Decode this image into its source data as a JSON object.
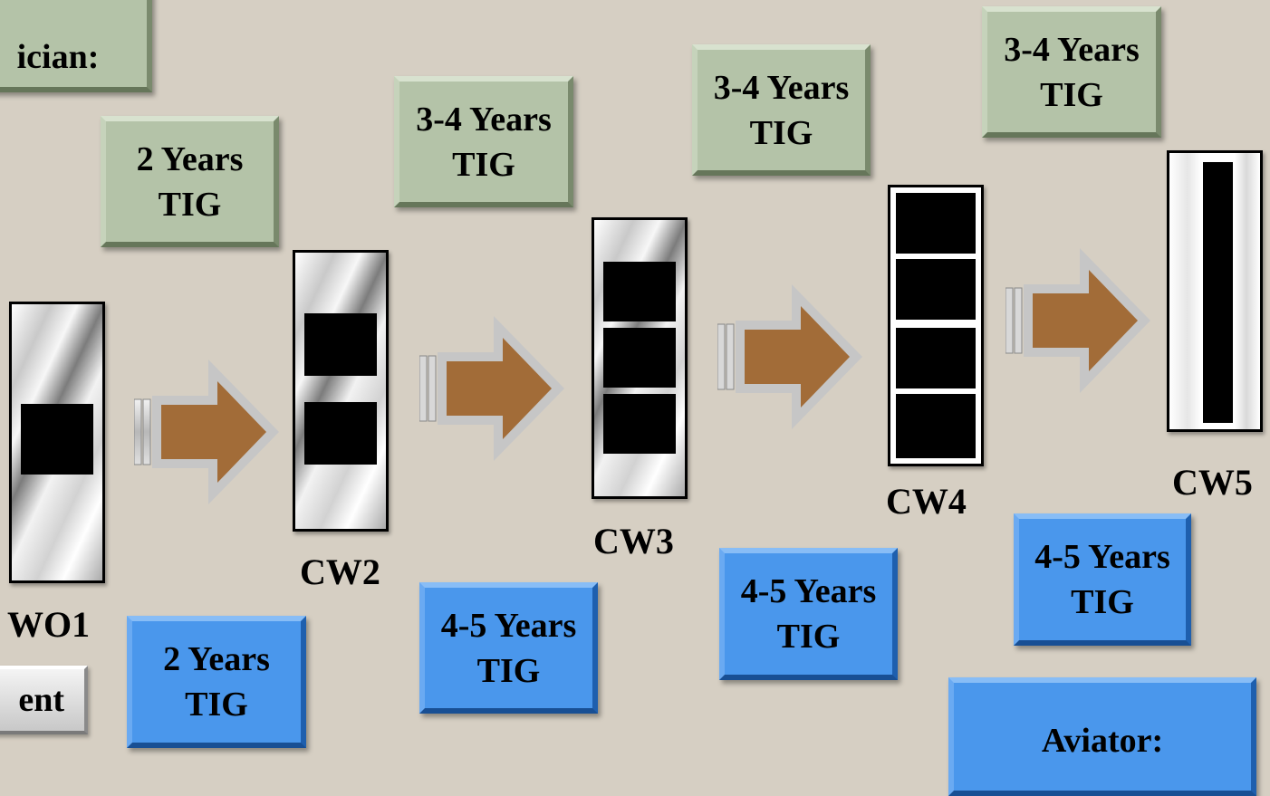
{
  "technician_box": {
    "text": "ician:"
  },
  "aviator_box": {
    "text": "Aviator:"
  },
  "legend_box": {
    "text": "ent"
  },
  "technician_tig": [
    {
      "line1": "2 Years",
      "line2": "TIG"
    },
    {
      "line1": "3-4 Years",
      "line2": "TIG"
    },
    {
      "line1": "3-4 Years",
      "line2": "TIG"
    },
    {
      "line1": "3-4 Years",
      "line2": "TIG"
    }
  ],
  "aviator_tig": [
    {
      "line1": "2 Years",
      "line2": "TIG"
    },
    {
      "line1": "4-5 Years",
      "line2": "TIG"
    },
    {
      "line1": "4-5 Years",
      "line2": "TIG"
    },
    {
      "line1": "4-5 Years",
      "line2": "TIG"
    }
  ],
  "ranks": [
    "WO1",
    "CW2",
    "CW3",
    "CW4",
    "CW5"
  ],
  "colors": {
    "background": "#d6cfc3",
    "technician_box": "#b4c3a8",
    "aviator_box": "#4a97ec",
    "arrow": "#a26c38",
    "insignia_square": "#000000"
  }
}
